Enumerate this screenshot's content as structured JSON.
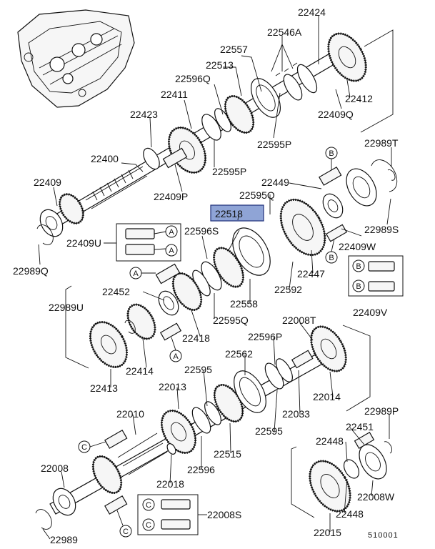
{
  "diagram": {
    "labels": {
      "p22424": "22424",
      "p22546A": "22546A",
      "p22557": "22557",
      "p22513": "22513",
      "p22596Q": "22596Q",
      "p22411": "22411",
      "p22423": "22423",
      "p22412": "22412",
      "p22409Q": "22409Q",
      "p22595P_top": "22595P",
      "p22595P_mid": "22595P",
      "p22400": "22400",
      "p22409": "22409",
      "p22409P": "22409P",
      "p22989T": "22989T",
      "p22449": "22449",
      "p22595Q_top": "22595Q",
      "p22518": "22518",
      "p22596S": "22596S",
      "p22409U": "22409U",
      "p22989S": "22989S",
      "p22409W": "22409W",
      "p22447": "22447",
      "p22989Q": "22989Q",
      "p22592": "22592",
      "p22452": "22452",
      "p22558": "22558",
      "p22989U": "22989U",
      "p22409V": "22409V",
      "p22595Q_low": "22595Q",
      "p22008T": "22008T",
      "p22418": "22418",
      "p22596P": "22596P",
      "p22562": "22562",
      "p22414": "22414",
      "p22595_a": "22595",
      "p22013": "22013",
      "p22014": "22014",
      "p22413": "22413",
      "p22033": "22033",
      "p22010": "22010",
      "p22595_b": "22595",
      "p22989P": "22989P",
      "p22451": "22451",
      "p22515": "22515",
      "p22448_a": "22448",
      "p22008": "22008",
      "p22596": "22596",
      "p22018": "22018",
      "p22008W": "22008W",
      "p22448_b": "22448",
      "p22008S": "22008S",
      "p22989": "22989",
      "p22015": "22015",
      "figure_code": "510001"
    },
    "refs": {
      "A": "A",
      "B": "B",
      "C": "C"
    },
    "highlight_color": "#8fa4d6"
  }
}
